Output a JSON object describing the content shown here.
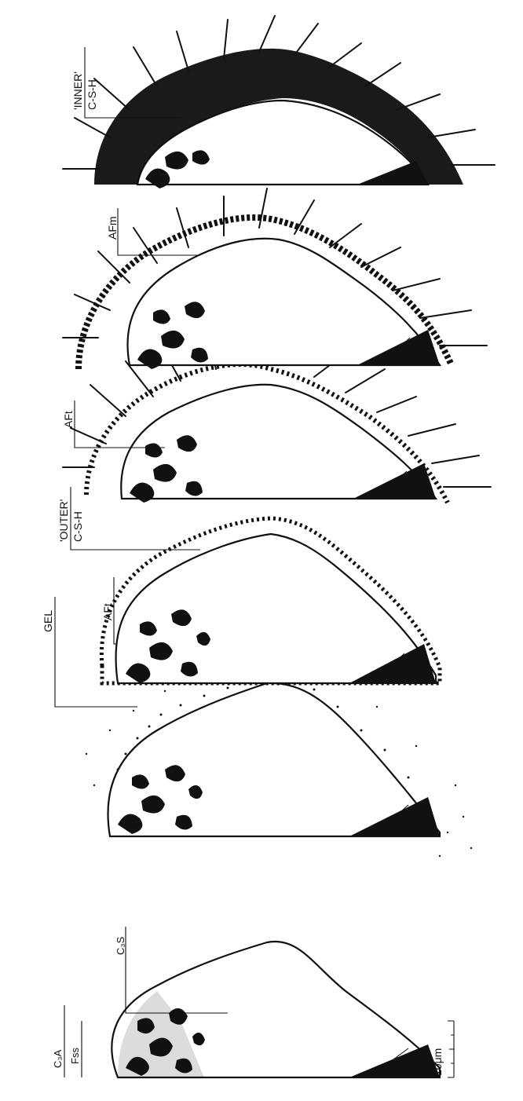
{
  "figure": {
    "stages": [
      {
        "labels": [
          "C₃A",
          "Fss",
          "C₃S"
        ]
      },
      {
        "labels": [
          "GEL",
          "AFt"
        ]
      },
      {
        "labels": [
          "'OUTER'",
          "C-S-H"
        ]
      },
      {
        "labels": [
          "AFt"
        ]
      },
      {
        "labels": [
          "AFm"
        ]
      },
      {
        "labels": [
          "'INNER'",
          "C-S-H"
        ]
      }
    ],
    "scale_bar": {
      "label": "10μm"
    }
  }
}
